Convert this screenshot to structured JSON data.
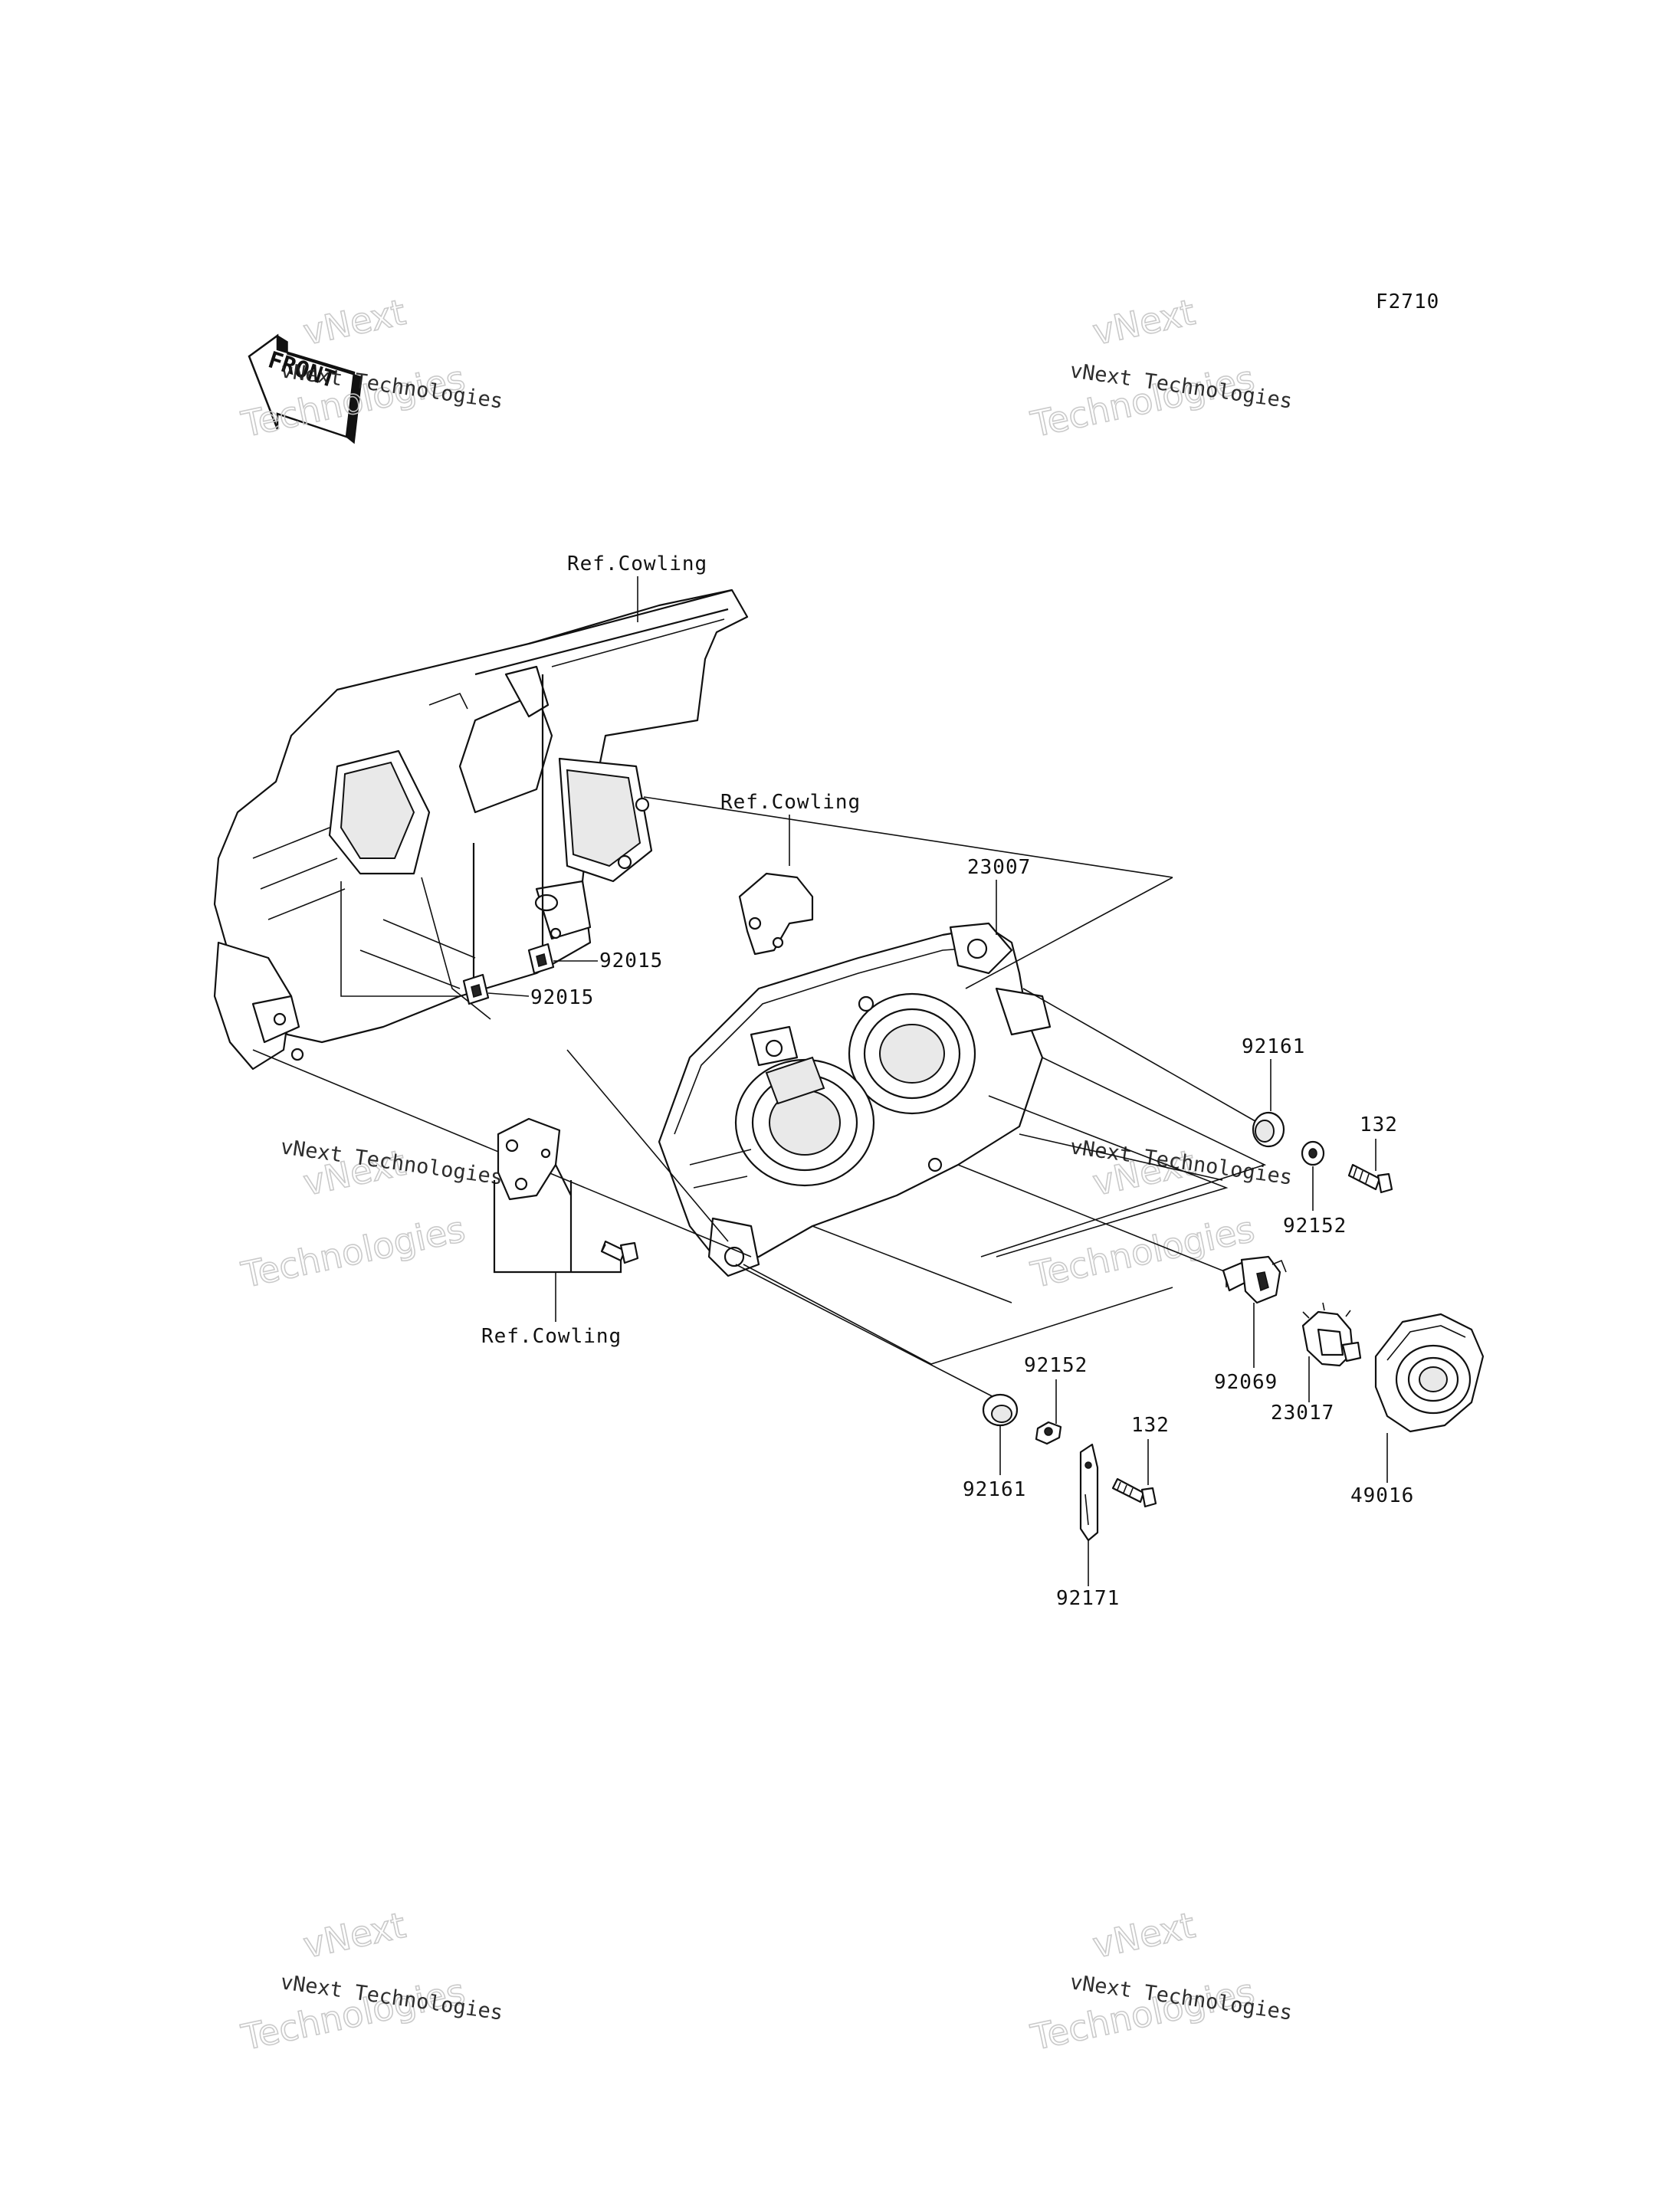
{
  "figure_id": "F2710",
  "front_badge": "FRONT",
  "watermark": {
    "line1": "vNext Technologies",
    "line2_outline": "vNext",
    "line3_outline": "Technologies"
  },
  "labels": {
    "ref_cowling_top": "Ref.Cowling",
    "ref_cowling_mid": "Ref.Cowling",
    "ref_cowling_bottom": "Ref.Cowling",
    "p23007": "23007",
    "p92015_a": "92015",
    "p92015_b": "92015",
    "p92161_right": "92161",
    "p92161_bottom": "92161",
    "p132_right": "132",
    "p132_bottom": "132",
    "p92152_right": "92152",
    "p92152_bottom": "92152",
    "p92069": "92069",
    "p23017": "23017",
    "p49016": "49016",
    "p92171": "92171"
  }
}
